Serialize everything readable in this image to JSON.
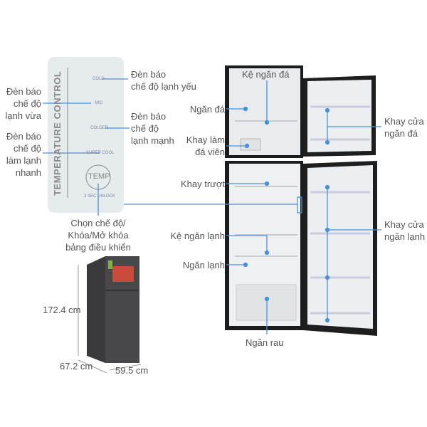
{
  "accent": "#4a90d9",
  "panel": {
    "title": "TEMPERATURE  CONTROL",
    "cold": "COLD",
    "mid": "MID",
    "colder": "COLDER",
    "super_cool": "SUPER COOL",
    "temp_button": "TEMP",
    "unlock": "3 SEC UNLOCK"
  },
  "labels": {
    "cold_l1": "Đèn báo",
    "cold_l2": "chế độ lạnh yếu",
    "mid_l1": "Đèn báo",
    "mid_l2": "chế độ",
    "mid_l3": "lạnh vừa",
    "colder_l1": "Đèn báo",
    "colder_l2": "chế độ",
    "colder_l3": "lạnh mạnh",
    "super_l1": "Đèn báo",
    "super_l2": "chế độ",
    "super_l3": "làm lạnh",
    "super_l4": "nhanh",
    "temp_l1": "Chọn chế độ/",
    "temp_l2": "Khóa/Mở khóa",
    "temp_l3": "bảng điều khiển",
    "freezer_shelf": "Kệ ngăn đá",
    "freezer": "Ngăn đá",
    "ice_l1": "Khay làm",
    "ice_l2": "đá viên",
    "slide_tray": "Khay trượt",
    "fridge_shelf": "Kệ ngăn lạnh",
    "fridge": "Ngăn lạnh",
    "veg": "Ngăn rau",
    "fdoor_l1": "Khay cửa",
    "fdoor_l2": "ngăn đá",
    "rdoor_l1": "Khay cửa",
    "rdoor_l2": "ngăn lạnh"
  },
  "dimensions": {
    "height": "172.4 cm",
    "depth": "67.2 cm",
    "width": "59.5 cm"
  }
}
